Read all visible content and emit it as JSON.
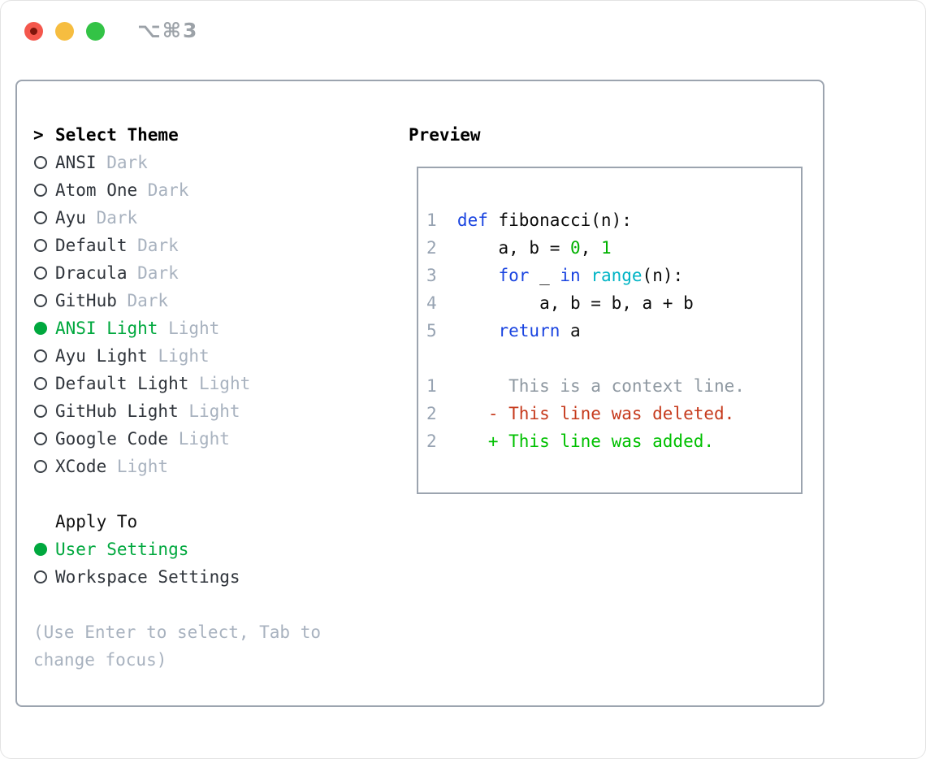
{
  "titlebar": {
    "shortcut": "⌥⌘3",
    "buttons": [
      "close",
      "minimize",
      "zoom"
    ]
  },
  "colors": {
    "select_green": "#00A83E",
    "keyword_blue": "#1A44E0",
    "builtin_cyan": "#00B4C5",
    "number_green": "#00B100",
    "added_green": "#00C000",
    "deleted_red": "#C63A1C",
    "traffic_red": "#F4574C",
    "traffic_yellow": "#F6BD40",
    "traffic_green": "#33C346",
    "border_gray": "#9CA4AF"
  },
  "theme_panel": {
    "title": "Select Theme",
    "items": [
      {
        "name": "ANSI",
        "variant": "Dark",
        "selected": false
      },
      {
        "name": "Atom One",
        "variant": "Dark",
        "selected": false
      },
      {
        "name": "Ayu",
        "variant": "Dark",
        "selected": false
      },
      {
        "name": "Default",
        "variant": "Dark",
        "selected": false
      },
      {
        "name": "Dracula",
        "variant": "Dark",
        "selected": false
      },
      {
        "name": "GitHub",
        "variant": "Dark",
        "selected": false
      },
      {
        "name": "ANSI Light",
        "variant": "Light",
        "selected": true
      },
      {
        "name": "Ayu Light",
        "variant": "Light",
        "selected": false
      },
      {
        "name": "Default Light",
        "variant": "Light",
        "selected": false
      },
      {
        "name": "GitHub Light",
        "variant": "Light",
        "selected": false
      },
      {
        "name": "Google Code",
        "variant": "Light",
        "selected": false
      },
      {
        "name": "XCode",
        "variant": "Light",
        "selected": false
      }
    ],
    "apply_to": {
      "label": "Apply To",
      "options": [
        {
          "label": "User Settings",
          "selected": true
        },
        {
          "label": "Workspace Settings",
          "selected": false
        }
      ]
    },
    "hint_line1": "(Use Enter to select, Tab to",
    "hint_line2": "change focus)"
  },
  "preview": {
    "title": "Preview",
    "code_lines": [
      {
        "num": "1",
        "segments": [
          [
            "def",
            "kw"
          ],
          [
            " fibonacci(n):",
            "tx"
          ]
        ]
      },
      {
        "num": "2",
        "segments": [
          [
            "    a, b = ",
            "tx"
          ],
          [
            "0",
            "num"
          ],
          [
            ", ",
            "tx"
          ],
          [
            "1",
            "num"
          ]
        ]
      },
      {
        "num": "3",
        "segments": [
          [
            "    ",
            "tx"
          ],
          [
            "for",
            "kw"
          ],
          [
            " _ ",
            "tx"
          ],
          [
            "in",
            "kw"
          ],
          [
            " ",
            "tx"
          ],
          [
            "range",
            "bi"
          ],
          [
            "(n):",
            "tx"
          ]
        ]
      },
      {
        "num": "4",
        "segments": [
          [
            "        a, b = b, a + b",
            "tx"
          ]
        ]
      },
      {
        "num": "5",
        "segments": [
          [
            "    ",
            "tx"
          ],
          [
            "return",
            "kw"
          ],
          [
            " a",
            "tx"
          ]
        ]
      },
      {
        "num": "",
        "segments": []
      },
      {
        "num": "1",
        "segments": [
          [
            "     This is a context line.",
            "ctx"
          ]
        ]
      },
      {
        "num": "2",
        "segments": [
          [
            "   - This line was deleted.",
            "del"
          ]
        ]
      },
      {
        "num": "2",
        "segments": [
          [
            "   + This line was added.",
            "add"
          ]
        ]
      }
    ]
  }
}
